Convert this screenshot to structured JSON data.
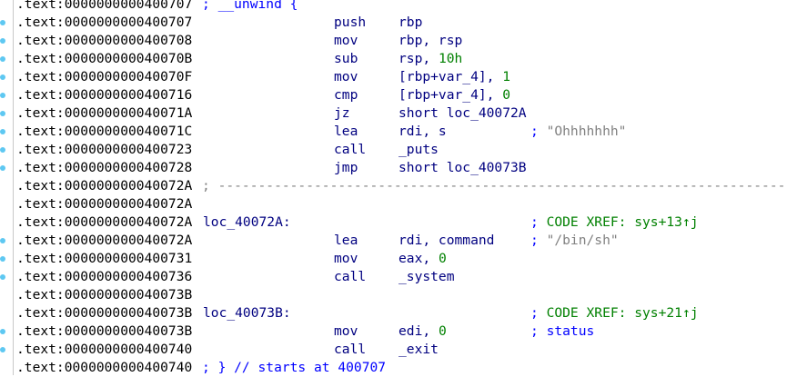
{
  "rows": [
    {
      "addr": ".text:0000000000400707",
      "inline": "; __unwind {",
      "dot": false
    },
    {
      "addr": ".text:0000000000400707",
      "mnem": "push",
      "ops": "rbp",
      "dot": true
    },
    {
      "addr": ".text:0000000000400708",
      "mnem": "mov",
      "ops": "rbp, rsp",
      "dot": true
    },
    {
      "addr": ".text:000000000040070B",
      "mnem": "sub",
      "ops": "rsp, ",
      "num": "10h",
      "dot": true
    },
    {
      "addr": ".text:000000000040070F",
      "mnem": "mov",
      "ops": "[rbp+var_4], ",
      "num": "1",
      "dot": true
    },
    {
      "addr": ".text:0000000000400716",
      "mnem": "cmp",
      "ops": "[rbp+var_4], ",
      "num": "0",
      "dot": true
    },
    {
      "addr": ".text:000000000040071A",
      "mnem": "jz",
      "ops": "short loc_40072A",
      "dot": true
    },
    {
      "addr": ".text:000000000040071C",
      "mnem": "lea",
      "ops": "rdi, s",
      "comment": "\"Ohhhhhhh\"",
      "kind": "grey",
      "dot": true
    },
    {
      "addr": ".text:0000000000400723",
      "mnem": "call",
      "ops": "_puts",
      "dot": true
    },
    {
      "addr": ".text:0000000000400728",
      "mnem": "jmp",
      "ops": "short loc_40073B",
      "dot": true
    },
    {
      "addr": ".text:000000000040072A",
      "separator": "; ---------------------------------------------------------------------------",
      "dot": false
    },
    {
      "addr": ".text:000000000040072A",
      "dot": false
    },
    {
      "addr": ".text:000000000040072A",
      "label": "loc_40072A:",
      "comment": "CODE XREF: sys+13↑j",
      "kind": "green",
      "dot": false
    },
    {
      "addr": ".text:000000000040072A",
      "mnem": "lea",
      "ops": "rdi, command",
      "comment": "\"/bin/sh\"",
      "kind": "grey",
      "dot": true
    },
    {
      "addr": ".text:0000000000400731",
      "mnem": "mov",
      "ops": "eax, ",
      "num": "0",
      "dot": true
    },
    {
      "addr": ".text:0000000000400736",
      "mnem": "call",
      "ops": "_system",
      "dot": true
    },
    {
      "addr": ".text:000000000040073B",
      "dot": false
    },
    {
      "addr": ".text:000000000040073B",
      "label": "loc_40073B:",
      "comment": "CODE XREF: sys+21↑j",
      "kind": "green",
      "dot": false
    },
    {
      "addr": ".text:000000000040073B",
      "mnem": "mov",
      "ops": "edi, ",
      "num": "0",
      "comment": "status",
      "kind": "blue",
      "dot": true
    },
    {
      "addr": ".text:0000000000400740",
      "mnem": "call",
      "ops": "_exit",
      "dot": true
    },
    {
      "addr": ".text:0000000000400740",
      "inline": "; } // starts at 400707",
      "dot": false
    }
  ],
  "comment_prefix": "; "
}
